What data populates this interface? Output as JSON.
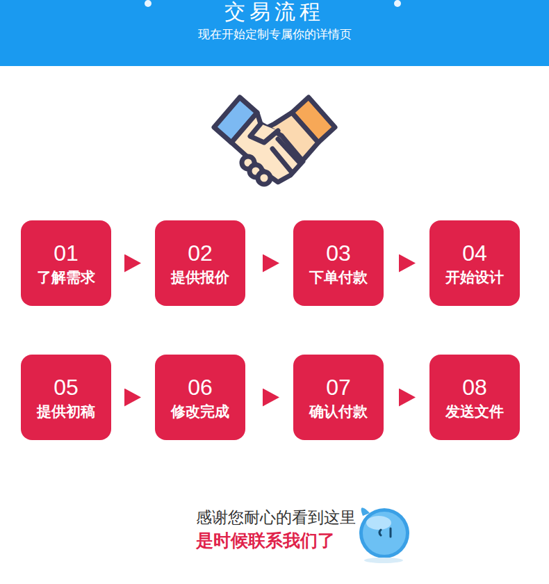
{
  "diagram": {
    "title": "交易流程",
    "nodes": [
      {
        "text": [
          "01",
          "了解需求"
        ]
      },
      {
        "text": [
          "02",
          "提供报价"
        ]
      },
      {
        "text": [
          "03",
          "下单付款"
        ]
      },
      {
        "text": [
          "04",
          "开始设计"
        ]
      },
      {
        "text": [
          "05",
          "提供初稿"
        ]
      },
      {
        "text": [
          "06",
          "修改完成"
        ]
      },
      {
        "text": [
          "07",
          "确认付款"
        ]
      },
      {
        "text": [
          "08",
          "发送文件"
        ]
      }
    ],
    "edges": [
      {
        "from": 0,
        "to": 1,
        "arrow": "to"
      },
      {
        "from": 1,
        "to": 2,
        "arrow": "to"
      },
      {
        "from": 2,
        "to": 3,
        "arrow": "to"
      },
      {
        "from": 4,
        "to": 5,
        "arrow": "to"
      },
      {
        "from": 5,
        "to": 6,
        "arrow": "to"
      },
      {
        "from": 6,
        "to": 7,
        "arrow": "to"
      }
    ],
    "labels": [
      "现在开始定制专属你的详情页",
      "感谢您耐心的看到这里",
      "是时候联系我们了"
    ]
  }
}
